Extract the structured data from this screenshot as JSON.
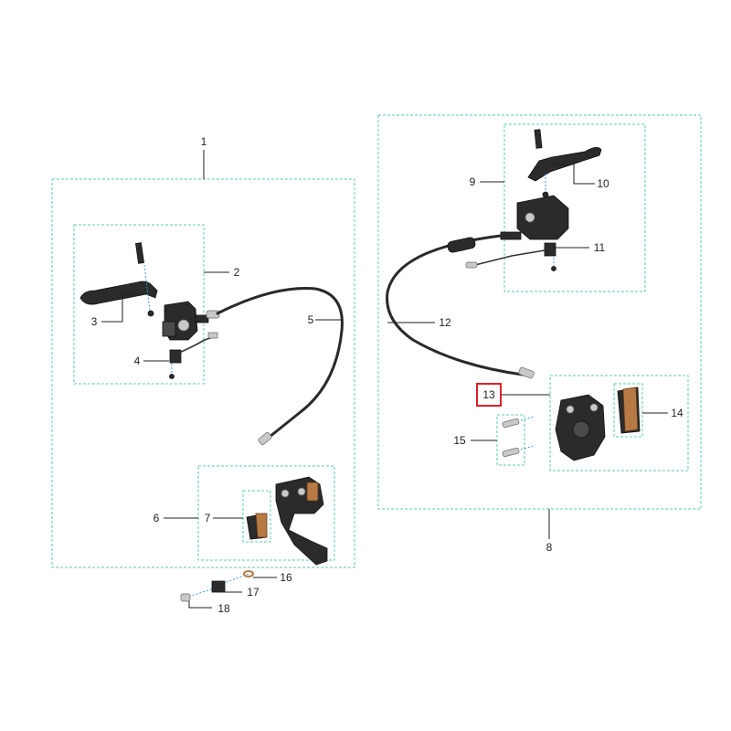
{
  "diagram": {
    "callouts": [
      {
        "id": "1",
        "text": "1"
      },
      {
        "id": "2",
        "text": "2"
      },
      {
        "id": "3",
        "text": "3"
      },
      {
        "id": "4",
        "text": "4"
      },
      {
        "id": "5",
        "text": "5"
      },
      {
        "id": "6",
        "text": "6"
      },
      {
        "id": "7",
        "text": "7"
      },
      {
        "id": "8",
        "text": "8"
      },
      {
        "id": "9",
        "text": "9"
      },
      {
        "id": "10",
        "text": "10"
      },
      {
        "id": "11",
        "text": "11"
      },
      {
        "id": "12",
        "text": "12"
      },
      {
        "id": "13",
        "text": "13"
      },
      {
        "id": "14",
        "text": "14"
      },
      {
        "id": "15",
        "text": "15"
      },
      {
        "id": "16",
        "text": "16"
      },
      {
        "id": "17",
        "text": "17"
      },
      {
        "id": "18",
        "text": "18"
      }
    ],
    "highlighted_callout": "13",
    "colors": {
      "group_box": "#5ccbb0",
      "highlight": "#d8222a",
      "pad": "#b77a45"
    }
  }
}
